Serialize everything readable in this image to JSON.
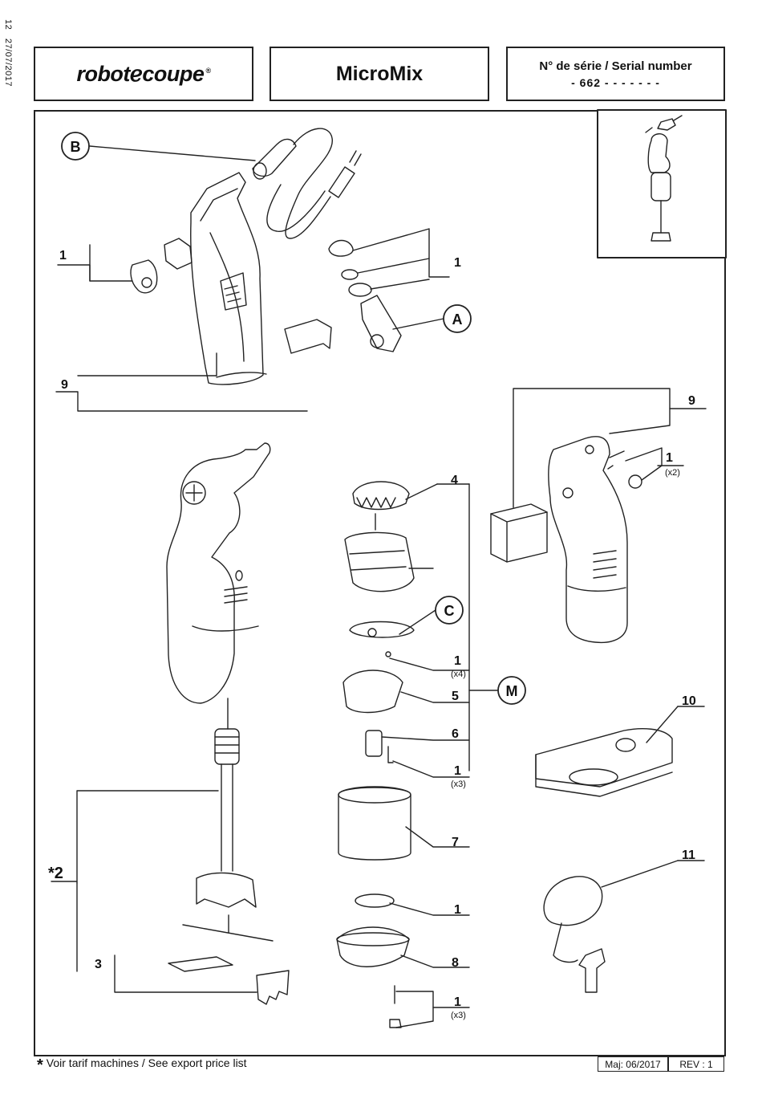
{
  "side": {
    "page_num": "12",
    "date": "27/07/2017"
  },
  "header": {
    "logo": {
      "left": "robot",
      "right": "coupe",
      "reg": "®"
    },
    "model": "MicroMix",
    "serial_label": "N° de série / Serial number",
    "serial_value": "- 662 - - - - -   - -"
  },
  "labels": {
    "B": "B",
    "A": "A",
    "C": "C",
    "M": "M",
    "p1": "1",
    "p2": "*2",
    "p3": "3",
    "p4": "4",
    "p5": "5",
    "p6": "6",
    "p7": "7",
    "p8": "8",
    "p9": "9",
    "p10": "10",
    "p11": "11",
    "x2": "(x2)",
    "x3": "(x3)",
    "x4": "(x4)"
  },
  "footer": {
    "star": "*",
    "note": "Voir tarif machines / See export price list",
    "maj": "Maj: 06/2017",
    "rev": "REV : 1"
  }
}
